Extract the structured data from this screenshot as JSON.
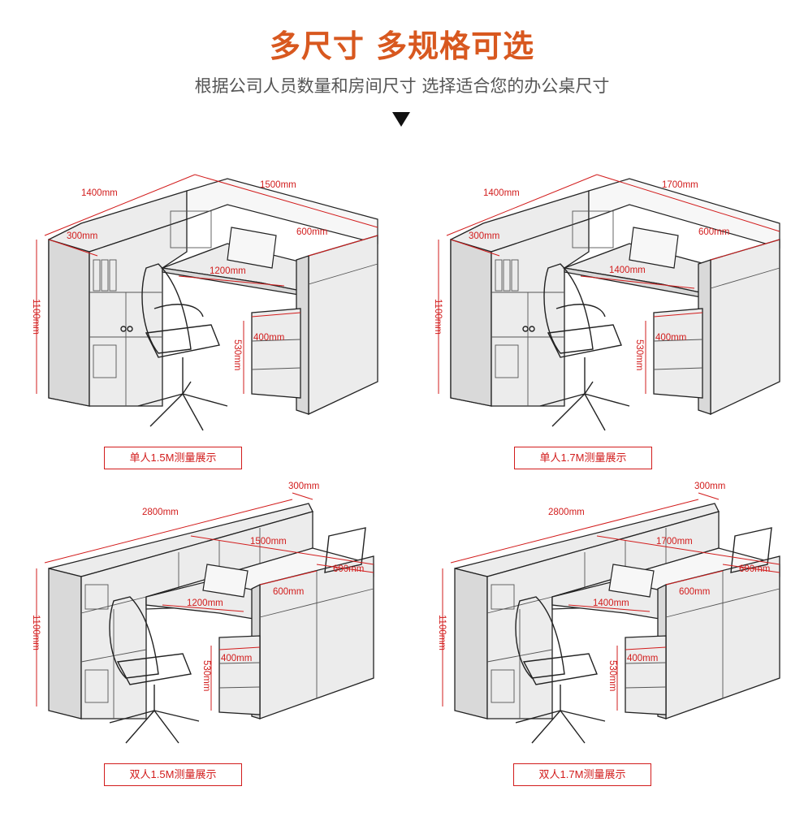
{
  "header": {
    "title": "多尺寸 多规格可选",
    "subtitle": "根据公司人员数量和房间尺寸 选择适合您的办公桌尺寸"
  },
  "colors": {
    "title": "#d8581f",
    "dimension": "#d21c1c"
  },
  "panels": [
    {
      "caption": "单人1.5M测量展示",
      "dims": {
        "depth": "1400mm",
        "width": "1500mm",
        "cabinet": "300mm",
        "side": "600mm",
        "desk": "1200mm",
        "height": "1100mm",
        "drawer_w": "400mm",
        "drawer_h": "530mm"
      }
    },
    {
      "caption": "单人1.7M测量展示",
      "dims": {
        "depth": "1400mm",
        "width": "1700mm",
        "cabinet": "300mm",
        "side": "600mm",
        "desk": "1400mm",
        "height": "1100mm",
        "drawer_w": "400mm",
        "drawer_h": "530mm"
      }
    },
    {
      "caption": "双人1.5M测量展示",
      "dims": {
        "total": "2800mm",
        "cabinet": "300mm",
        "width": "1500mm",
        "side": "600mm",
        "side2": "600mm",
        "desk": "1200mm",
        "height": "1100mm",
        "drawer_w": "400mm",
        "drawer_h": "530mm"
      }
    },
    {
      "caption": "双人1.7M测量展示",
      "dims": {
        "total": "2800mm",
        "cabinet": "300mm",
        "width": "1700mm",
        "side": "600mm",
        "side2": "600mm",
        "desk": "1400mm",
        "height": "1100mm",
        "drawer_w": "400mm",
        "drawer_h": "530mm"
      }
    }
  ]
}
